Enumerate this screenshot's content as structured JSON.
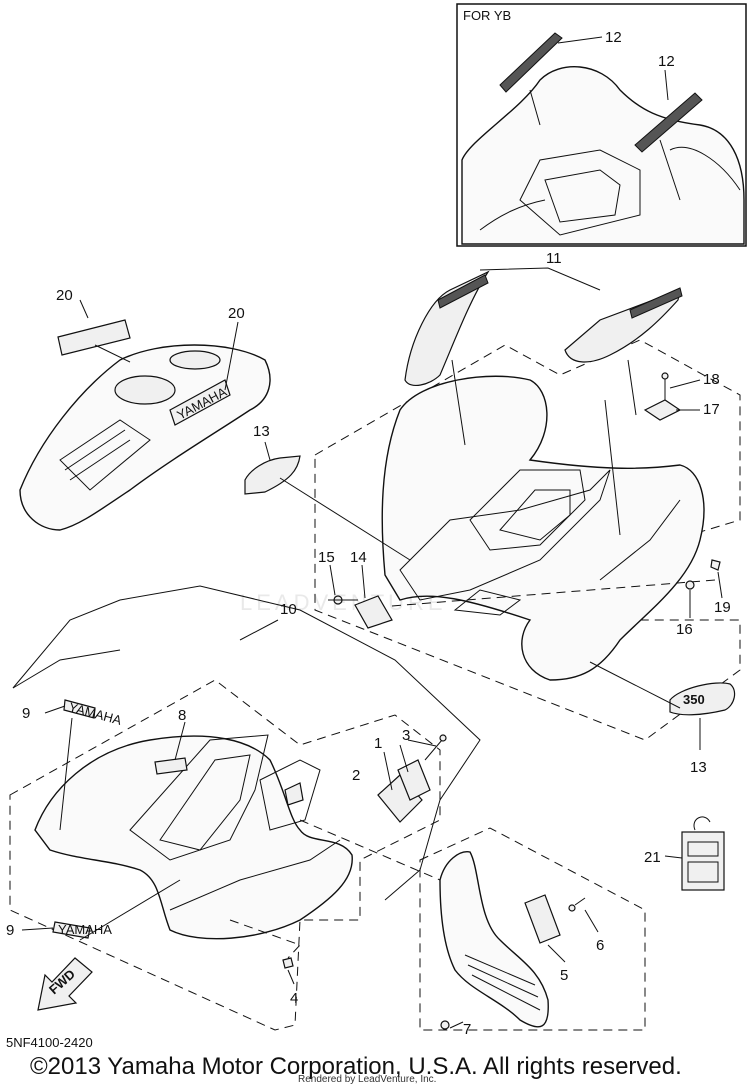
{
  "inset": {
    "title": "FOR YB"
  },
  "callouts": [
    {
      "id": "c12a",
      "label": "12"
    },
    {
      "id": "c12b",
      "label": "12"
    },
    {
      "id": "c11",
      "label": "11"
    },
    {
      "id": "c20a",
      "label": "20"
    },
    {
      "id": "c20b",
      "label": "20"
    },
    {
      "id": "c18",
      "label": "18"
    },
    {
      "id": "c17",
      "label": "17"
    },
    {
      "id": "c13a",
      "label": "13"
    },
    {
      "id": "c15",
      "label": "15"
    },
    {
      "id": "c14",
      "label": "14"
    },
    {
      "id": "c19",
      "label": "19"
    },
    {
      "id": "c16",
      "label": "16"
    },
    {
      "id": "c10",
      "label": "10"
    },
    {
      "id": "c9a",
      "label": "9"
    },
    {
      "id": "c8",
      "label": "8"
    },
    {
      "id": "c3",
      "label": "3"
    },
    {
      "id": "c1",
      "label": "1"
    },
    {
      "id": "c2",
      "label": "2"
    },
    {
      "id": "c13b",
      "label": "13"
    },
    {
      "id": "c21",
      "label": "21"
    },
    {
      "id": "c9b",
      "label": "9"
    },
    {
      "id": "c4",
      "label": "4"
    },
    {
      "id": "c6",
      "label": "6"
    },
    {
      "id": "c5",
      "label": "5"
    },
    {
      "id": "c7",
      "label": "7"
    }
  ],
  "decals": {
    "yamaha_small": "YAMAHA",
    "yamaha_tank": "YAMAHA",
    "fwd": "FWD",
    "emblem": "350"
  },
  "diagram_code": "5NF4100-2420",
  "copyright": "©2013 Yamaha Motor Corporation, U.S.A. All rights reserved.",
  "rendered_by": "Rendered by LeadVenture, Inc.",
  "watermark": "LEADVENTURE"
}
